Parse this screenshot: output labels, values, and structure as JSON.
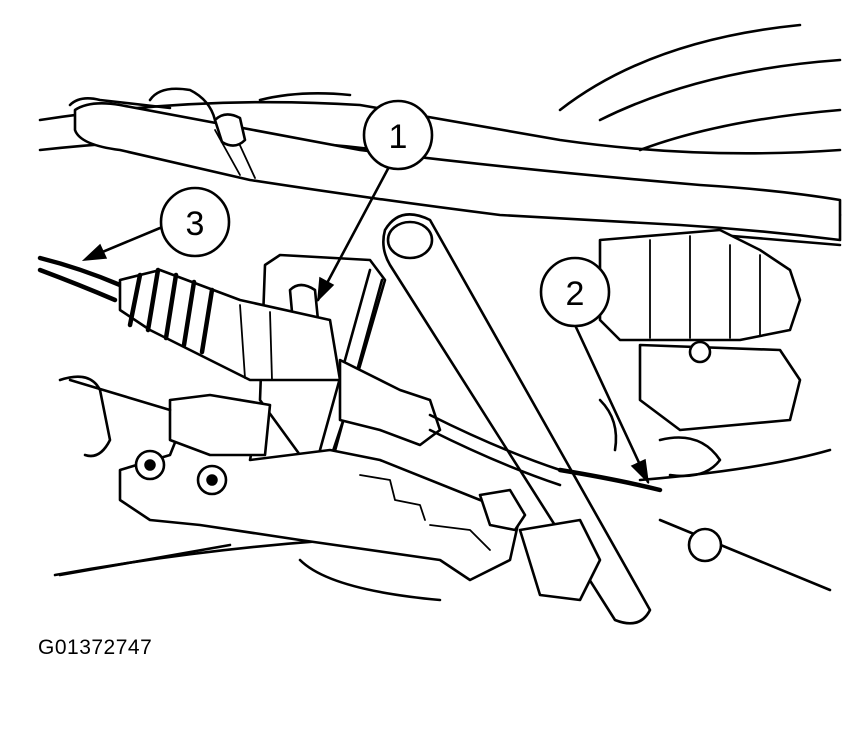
{
  "figure": {
    "id_label": "G01372747"
  },
  "callouts": [
    {
      "label": "1"
    },
    {
      "label": "2"
    },
    {
      "label": "3"
    }
  ]
}
